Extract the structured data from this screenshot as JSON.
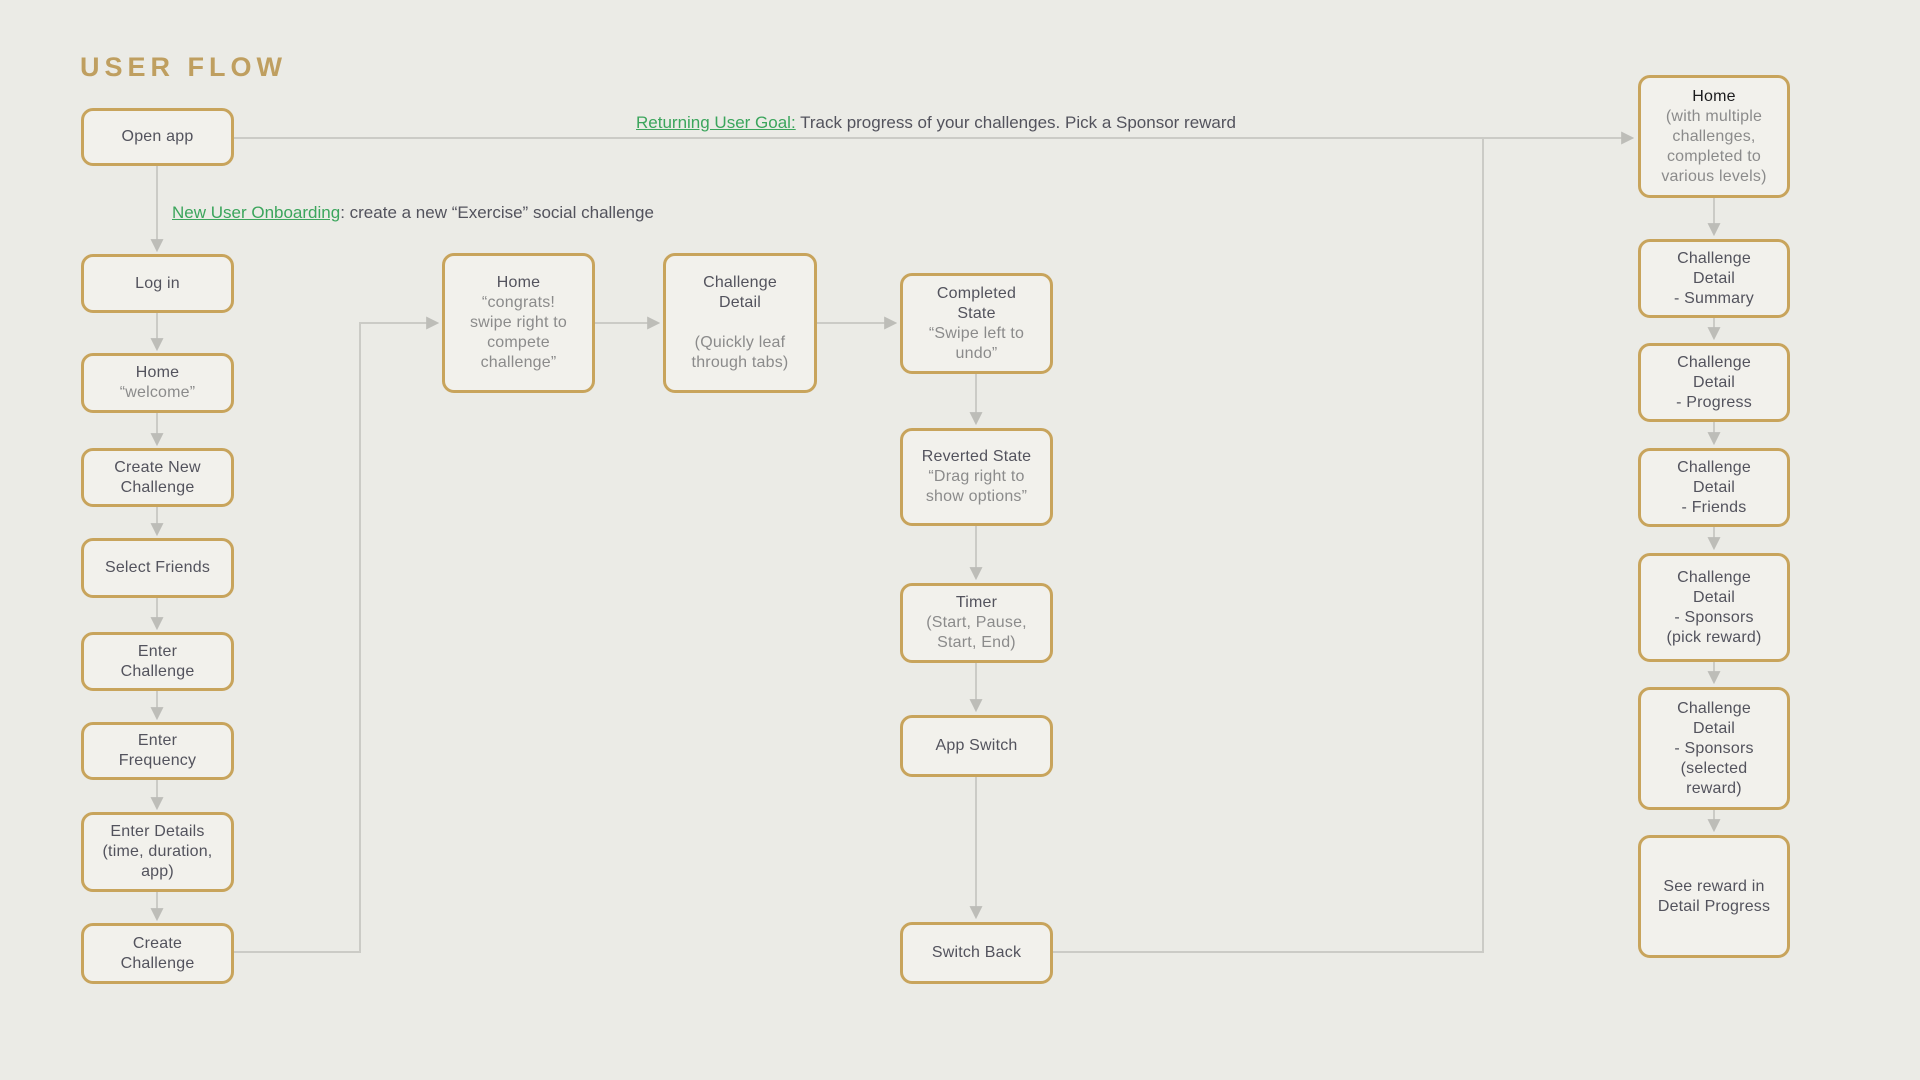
{
  "page": {
    "title": "USER FLOW"
  },
  "annotations": {
    "returning": {
      "link": "Returning User Goal:",
      "text": " Track progress of your challenges. Pick a Sponsor reward"
    },
    "onboarding": {
      "link": "New User Onboarding",
      "text": ": create a new “Exercise” social challenge"
    }
  },
  "nodes": {
    "open_app": {
      "title": "Open app"
    },
    "log_in": {
      "title": "Log in"
    },
    "home_welcome": {
      "title": "Home",
      "subtitle": "“welcome”"
    },
    "create_new_challenge": {
      "title": "Create New\nChallenge"
    },
    "select_friends": {
      "title": "Select Friends"
    },
    "enter_challenge": {
      "title": "Enter\nChallenge"
    },
    "enter_frequency": {
      "title": "Enter\nFrequency"
    },
    "enter_details": {
      "title": "Enter Details\n(time, duration,\napp)"
    },
    "create_challenge": {
      "title": "Create\nChallenge"
    },
    "home_congrats": {
      "title": "Home",
      "subtitle": "“congrats!\nswipe right to\ncompete\nchallenge”"
    },
    "challenge_detail_tabs": {
      "title": "Challenge\nDetail",
      "subtitle": "(Quickly leaf\nthrough tabs)"
    },
    "completed_state": {
      "title": "Completed\nState",
      "subtitle": "“Swipe left to\nundo”"
    },
    "reverted_state": {
      "title": "Reverted State",
      "subtitle": "“Drag right to\nshow options”"
    },
    "timer": {
      "title": "Timer",
      "subtitle": "(Start, Pause,\nStart, End)"
    },
    "app_switch": {
      "title": "App Switch"
    },
    "switch_back": {
      "title": "Switch Back"
    },
    "home_multiple": {
      "title": "Home",
      "subtitle": "(with multiple\nchallenges,\ncompleted to\nvarious levels)"
    },
    "cd_summary": {
      "title": "Challenge\nDetail\n- Summary"
    },
    "cd_progress": {
      "title": "Challenge\nDetail\n- Progress"
    },
    "cd_friends": {
      "title": "Challenge\nDetail\n- Friends"
    },
    "cd_sponsors_pick": {
      "title": "Challenge\nDetail\n- Sponsors\n(pick reward)"
    },
    "cd_sponsors_selected": {
      "title": "Challenge\nDetail\n- Sponsors\n(selected\nreward)"
    },
    "see_reward": {
      "title": "See reward in\nDetail Progress"
    }
  },
  "colors": {
    "background": "#EBEBE6",
    "node_fill": "#F2F1EC",
    "node_border": "#C8A45C",
    "title_gold": "#BF9F60",
    "link_green": "#3BA55C",
    "text_dark": "#53535D",
    "text_gray": "#8B8B8B",
    "connector_gray": "#CBCBC6"
  }
}
